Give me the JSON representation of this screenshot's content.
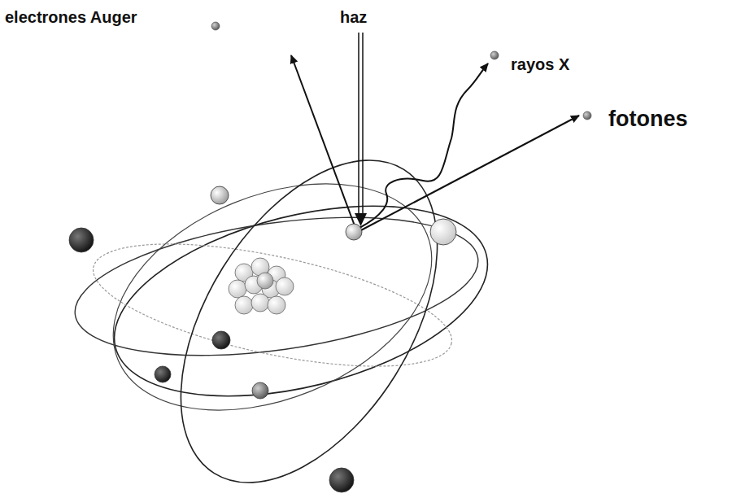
{
  "diagram": {
    "labels": [
      "electrones Auger",
      "haz",
      "rayos X",
      "fotones"
    ]
  }
}
